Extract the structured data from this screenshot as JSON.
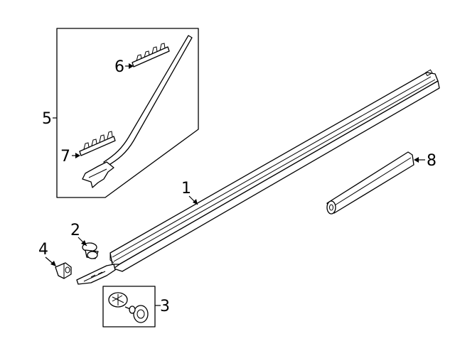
{
  "callouts": [
    {
      "id": "1",
      "label": "1"
    },
    {
      "id": "2",
      "label": "2"
    },
    {
      "id": "3",
      "label": "3"
    },
    {
      "id": "4",
      "label": "4"
    },
    {
      "id": "5",
      "label": "5"
    },
    {
      "id": "6",
      "label": "6"
    },
    {
      "id": "7",
      "label": "7"
    },
    {
      "id": "8",
      "label": "8"
    }
  ],
  "parts": [
    {
      "callout": "1",
      "icon": "rocker-molding"
    },
    {
      "callout": "2",
      "icon": "push-clip"
    },
    {
      "callout": "3",
      "icon": "fastener-set"
    },
    {
      "callout": "4",
      "icon": "bracket-clip"
    },
    {
      "callout": "5",
      "icon": "trim-kit-box"
    },
    {
      "callout": "6",
      "icon": "clip-strip"
    },
    {
      "callout": "7",
      "icon": "clip-strip"
    },
    {
      "callout": "8",
      "icon": "tape-molding"
    }
  ],
  "colors": {
    "line": "#000000",
    "background": "#ffffff"
  }
}
